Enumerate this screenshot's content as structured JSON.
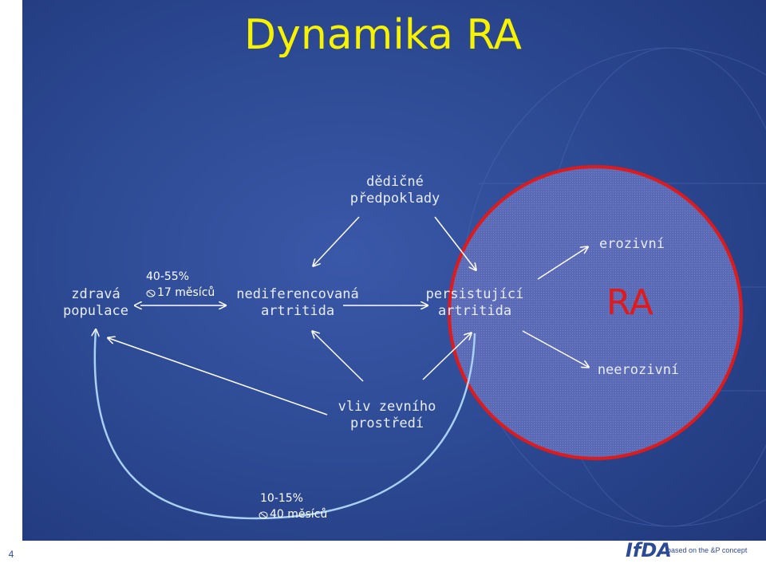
{
  "slide": {
    "title": "Dynamika RA",
    "page_number": "4"
  },
  "nodes": {
    "hereditary": "dědičné\npředpoklady",
    "healthy": "zdravá\npopulace",
    "undiff": "nediferencovaná\nartritida",
    "persistent": "persistující\nartritida",
    "environment": "vliv zevního\nprostředí",
    "erosive": "erozivní",
    "nonerosive": "neerozivní",
    "ra": "RA"
  },
  "transitions": {
    "short_pct": "40-55%",
    "short_time": "17 měsíců",
    "long_pct": "10-15%",
    "long_time": "40 měsíců"
  },
  "footer": {
    "logo_text": "IfDA",
    "logo_caption": "based on the  &P concept"
  },
  "colors": {
    "title": "#f6f200",
    "ra": "#e01a1a",
    "background": "#2d4a94",
    "circle_fill": "#5667b3"
  }
}
